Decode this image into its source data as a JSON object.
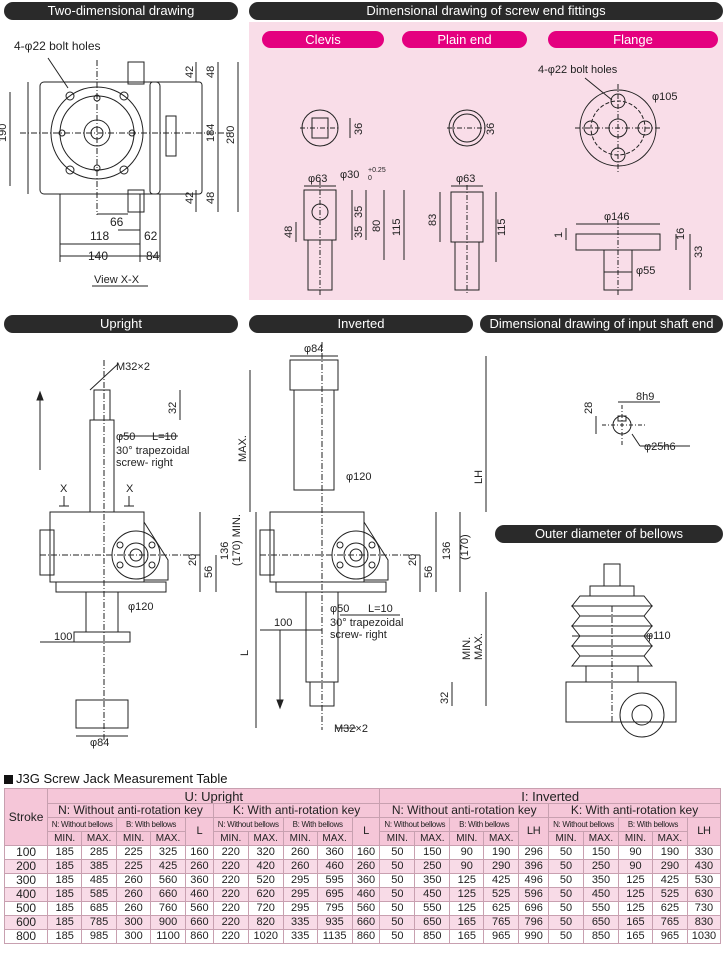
{
  "headers": {
    "two_dim": "Two-dimensional drawing",
    "screw_end": "Dimensional drawing of screw end fittings",
    "upright": "Upright",
    "inverted": "Inverted",
    "input_shaft": "Dimensional drawing of input shaft end",
    "bellows": "Outer diameter of bellows"
  },
  "fittings": {
    "clevis": "Clevis",
    "plain": "Plain end",
    "flange": "Flange"
  },
  "two_dim_labels": {
    "bolt_holes": "4-φ22 bolt holes",
    "d190": "190",
    "d184": "184",
    "d280": "280",
    "d42a": "42",
    "d48a": "48",
    "d42b": "42",
    "d48b": "48",
    "d66": "66",
    "d118": "118",
    "d62": "62",
    "d140": "140",
    "d84": "84",
    "view": "View X-X"
  },
  "clevis_labels": {
    "d36": "36",
    "d63": "φ63",
    "d30": "φ30",
    "tol_up": "+0.25",
    "tol_dn": "0",
    "d48": "48",
    "d35a": "35",
    "d35b": "35",
    "d80": "80",
    "d115": "115"
  },
  "plain_labels": {
    "d36": "36",
    "d63": "φ63",
    "d83": "83",
    "d115": "115"
  },
  "flange_labels": {
    "bolt": "4-φ22 bolt holes",
    "d105": "φ105",
    "d146": "φ146",
    "d1": "1",
    "d16": "16",
    "d33": "33",
    "d55": "φ55"
  },
  "upright_labels": {
    "m32": "M32×2",
    "d32": "32",
    "d50": "φ50",
    "l10": "L=10",
    "trap1": "30° trapezoidal",
    "trap2": "screw- right",
    "max": "MAX.",
    "min": "(170) MIN.",
    "d136": "136",
    "d20": "20",
    "d56": "56",
    "d120": "φ120",
    "d100": "100",
    "L": "L",
    "d84": "φ84",
    "x1": "X",
    "x2": "X"
  },
  "inverted_labels": {
    "d84": "φ84",
    "LH": "LH",
    "d120": "φ120",
    "d136": "136",
    "d170": "(170)",
    "d20": "20",
    "d56": "56",
    "d100": "100",
    "d50": "φ50",
    "l10": "L=10",
    "trap1": "30° trapezoidal",
    "trap2": "screw- right",
    "min": "MIN.",
    "max": "MAX.",
    "d32": "32",
    "m32": "M32×2"
  },
  "shaft_labels": {
    "d28": "28",
    "h9": "8h9",
    "d25": "φ25h6"
  },
  "bellows_labels": {
    "d110": "φ110"
  },
  "table": {
    "title": "J3G Screw Jack Measurement Table",
    "stroke": "Stroke",
    "upright": "U: Upright",
    "inverted": "I: Inverted",
    "n_key": "N: Without anti-rotation key",
    "k_key": "K: With anti-rotation key",
    "without_bellows": "N: Without bellows",
    "with_bellows": "B: With bellows",
    "L": "L",
    "LH": "LH",
    "min": "MIN.",
    "max": "MAX.",
    "rows": [
      [
        "100",
        "185",
        "285",
        "225",
        "325",
        "160",
        "220",
        "320",
        "260",
        "360",
        "160",
        "50",
        "150",
        "90",
        "190",
        "296",
        "50",
        "150",
        "90",
        "190",
        "330"
      ],
      [
        "200",
        "185",
        "385",
        "225",
        "425",
        "260",
        "220",
        "420",
        "260",
        "460",
        "260",
        "50",
        "250",
        "90",
        "290",
        "396",
        "50",
        "250",
        "90",
        "290",
        "430"
      ],
      [
        "300",
        "185",
        "485",
        "260",
        "560",
        "360",
        "220",
        "520",
        "295",
        "595",
        "360",
        "50",
        "350",
        "125",
        "425",
        "496",
        "50",
        "350",
        "125",
        "425",
        "530"
      ],
      [
        "400",
        "185",
        "585",
        "260",
        "660",
        "460",
        "220",
        "620",
        "295",
        "695",
        "460",
        "50",
        "450",
        "125",
        "525",
        "596",
        "50",
        "450",
        "125",
        "525",
        "630"
      ],
      [
        "500",
        "185",
        "685",
        "260",
        "760",
        "560",
        "220",
        "720",
        "295",
        "795",
        "560",
        "50",
        "550",
        "125",
        "625",
        "696",
        "50",
        "550",
        "125",
        "625",
        "730"
      ],
      [
        "600",
        "185",
        "785",
        "300",
        "900",
        "660",
        "220",
        "820",
        "335",
        "935",
        "660",
        "50",
        "650",
        "165",
        "765",
        "796",
        "50",
        "650",
        "165",
        "765",
        "830"
      ],
      [
        "800",
        "185",
        "985",
        "300",
        "1100",
        "860",
        "220",
        "1020",
        "335",
        "1135",
        "860",
        "50",
        "850",
        "165",
        "965",
        "990",
        "50",
        "850",
        "165",
        "965",
        "1030"
      ]
    ]
  },
  "colors": {
    "pink_area": "#f9dde8",
    "pill": "#e4007f",
    "header": "#2a2a2a",
    "table_pink": "#f5c6d8"
  }
}
